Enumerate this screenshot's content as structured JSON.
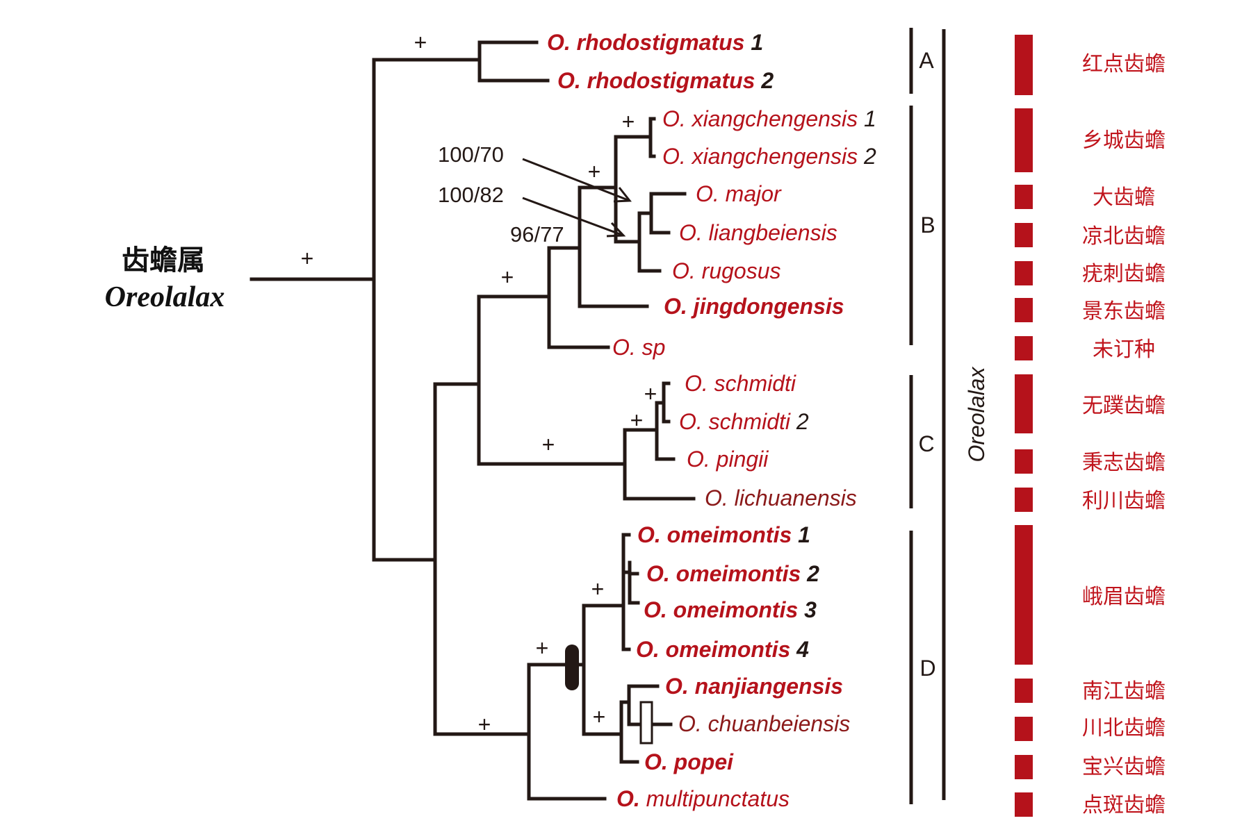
{
  "genus": {
    "chinese": "齿蟾属",
    "latin": "Oreolalax"
  },
  "vertical_label": "Oreolalax",
  "clades": [
    "A",
    "B",
    "C",
    "D"
  ],
  "support_symbol": "+",
  "node_annotations": [
    "100/70",
    "100/82",
    "96/77"
  ],
  "taxa": [
    {
      "id": "t1",
      "prefix": "O. rhodostigmatus",
      "suffix": "1",
      "bold": true,
      "chinese": "红点齿蟾"
    },
    {
      "id": "t2",
      "prefix": "O. rhodostigmatus",
      "suffix": "2",
      "bold": true,
      "chinese": ""
    },
    {
      "id": "t3",
      "prefix": "O. xiangchengensis",
      "suffix": "1",
      "bold": false,
      "chinese": "乡城齿蟾"
    },
    {
      "id": "t4",
      "prefix": "O. xiangchengensis",
      "suffix": "2",
      "bold": false,
      "chinese": ""
    },
    {
      "id": "t5",
      "prefix": "O. major",
      "suffix": "",
      "bold": false,
      "chinese": "大齿蟾"
    },
    {
      "id": "t6",
      "prefix": "O. liangbeiensis",
      "suffix": "",
      "bold": false,
      "chinese": "凉北齿蟾"
    },
    {
      "id": "t7",
      "prefix": "O. rugosus",
      "suffix": "",
      "bold": false,
      "chinese": "疣刺齿蟾"
    },
    {
      "id": "t8",
      "prefix": "O. jingdongensis",
      "suffix": "",
      "bold": true,
      "chinese": "景东齿蟾"
    },
    {
      "id": "t9",
      "prefix": "O. sp",
      "suffix": "",
      "bold": false,
      "chinese": "未订种"
    },
    {
      "id": "t10",
      "prefix": "O. schmidti",
      "suffix": "",
      "bold": false,
      "chinese": "无蹼齿蟾"
    },
    {
      "id": "t11",
      "prefix": "O. schmidti",
      "suffix": "2",
      "bold": false,
      "chinese": ""
    },
    {
      "id": "t12",
      "prefix": "O. pingii",
      "suffix": "",
      "bold": false,
      "chinese": "秉志齿蟾"
    },
    {
      "id": "t13",
      "prefix": "O. lichuanensis",
      "suffix": "",
      "bold": false,
      "chinese": "利川齿蟾"
    },
    {
      "id": "t14",
      "prefix": "O. omeimontis",
      "suffix": "1",
      "bold": true,
      "chinese": "峨眉齿蟾"
    },
    {
      "id": "t15",
      "prefix": "O. omeimontis",
      "suffix": "2",
      "bold": true,
      "chinese": ""
    },
    {
      "id": "t16",
      "prefix": "O. omeimontis",
      "suffix": "3",
      "bold": true,
      "chinese": ""
    },
    {
      "id": "t17",
      "prefix": "O. omeimontis",
      "suffix": "4",
      "bold": true,
      "chinese": ""
    },
    {
      "id": "t18",
      "prefix": "O. nanjiangensis",
      "suffix": "",
      "bold": true,
      "chinese": "南江齿蟾"
    },
    {
      "id": "t19",
      "prefix": "O. chuanbeiensis",
      "suffix": "",
      "bold": false,
      "chinese": "川北齿蟾"
    },
    {
      "id": "t20",
      "prefix": "O. popei",
      "suffix": "",
      "bold": true,
      "chinese": "宝兴齿蟾"
    },
    {
      "id": "t21",
      "prefix": "O.",
      "suffix": "multipunctatus",
      "bold": false,
      "chinese": "点斑齿蟾"
    }
  ],
  "colors": {
    "branch": "#231815",
    "taxon_red": "#b5121b",
    "taxon_dark": "#8b1a1a",
    "bar": "#b5121b"
  }
}
